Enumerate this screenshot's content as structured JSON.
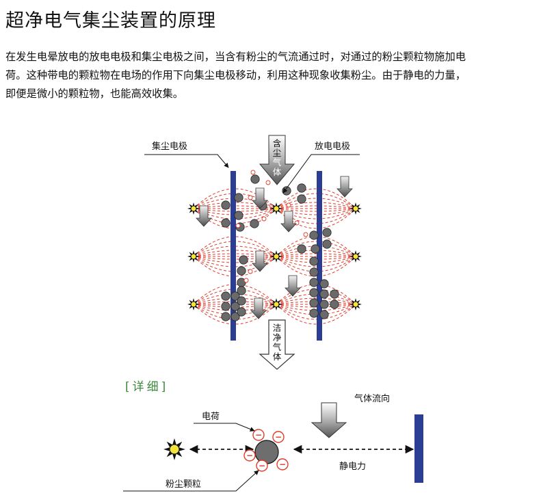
{
  "title": "超净电气集尘装置的原理",
  "paragraph": [
    "在发生电晕放电的放电电极和集尘电极之间，当含有粉尘的气流通过时，对通过的粉尘颗粒物施加电",
    "荷。这种带电的颗粒物在电场的作用下向集尘电极移动，利用这种现象收集粉尘。由于静电的力量，",
    "即便是微小的颗粒物，也能高效收集。"
  ],
  "diagram": {
    "label_collector": "集尘电极",
    "label_discharge": "放电电极",
    "inlet_text": [
      "含",
      "尘",
      "气",
      "体"
    ],
    "outlet_text": [
      "洁",
      "净",
      "气",
      "体"
    ]
  },
  "detail": {
    "title": "[详细]",
    "label_charge": "电荷",
    "label_gasflow": "气体流向",
    "label_static": "静电力",
    "label_particle": "粉尘颗粒",
    "minus_sign": "−"
  },
  "colors": {
    "electrode": "#2b3e93",
    "field_line": "#e03a2a",
    "particle": "#6a6a6a",
    "spark": "#f5e23a",
    "accent_green": "#3a8a3a"
  }
}
